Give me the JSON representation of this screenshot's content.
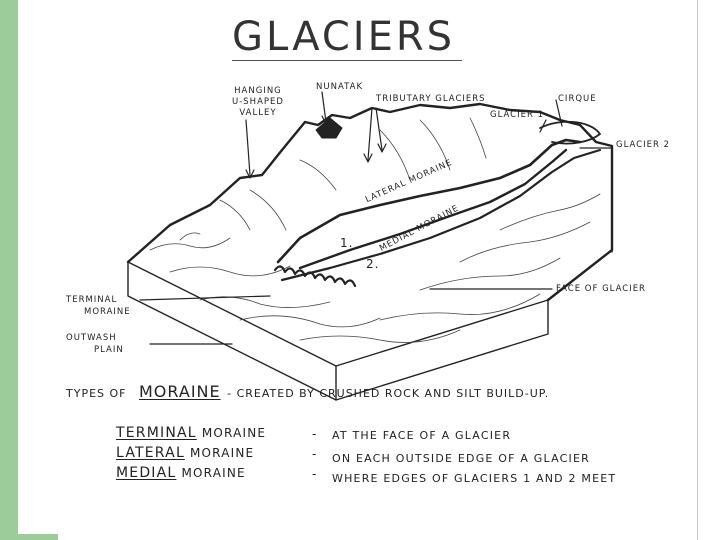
{
  "title": "GLACIERS",
  "labels": {
    "hanging_valley": [
      "HANGING",
      "U-SHAPED",
      "VALLEY"
    ],
    "nunatak": "NUNATAK",
    "tributary": "TRIBUTARY GLACIERS",
    "cirque": "CIRQUE",
    "glacier1": "GLACIER 1",
    "glacier2": "GLACIER 2",
    "lateral_moraine": "LATERAL MORAINE",
    "medial_moraine": "MEDIAL MORAINE",
    "num1": "1.",
    "num2": "2.",
    "face": "FACE OF GLACIER",
    "terminal": [
      "TERMINAL",
      "MORAINE"
    ],
    "outwash": [
      "OUTWASH",
      "PLAIN"
    ]
  },
  "types": {
    "prefix": "TYPES OF",
    "word": "MORAINE",
    "suffix": "- CREATED BY CRUSHED ROCK AND SILT BUILD-UP."
  },
  "moraines": [
    {
      "name": "TERMINAL",
      "word": "MORAINE",
      "dash": "-",
      "desc": "AT THE FACE OF A GLACIER"
    },
    {
      "name": "LATERAL",
      "word": "MORAINE",
      "dash": "-",
      "desc": "ON EACH OUTSIDE EDGE OF A GLACIER"
    },
    {
      "name": "MEDIAL",
      "word": "MORAINE",
      "dash": "-",
      "desc": "WHERE EDGES OF GLACIERS 1 AND 2 MEET"
    }
  ]
}
